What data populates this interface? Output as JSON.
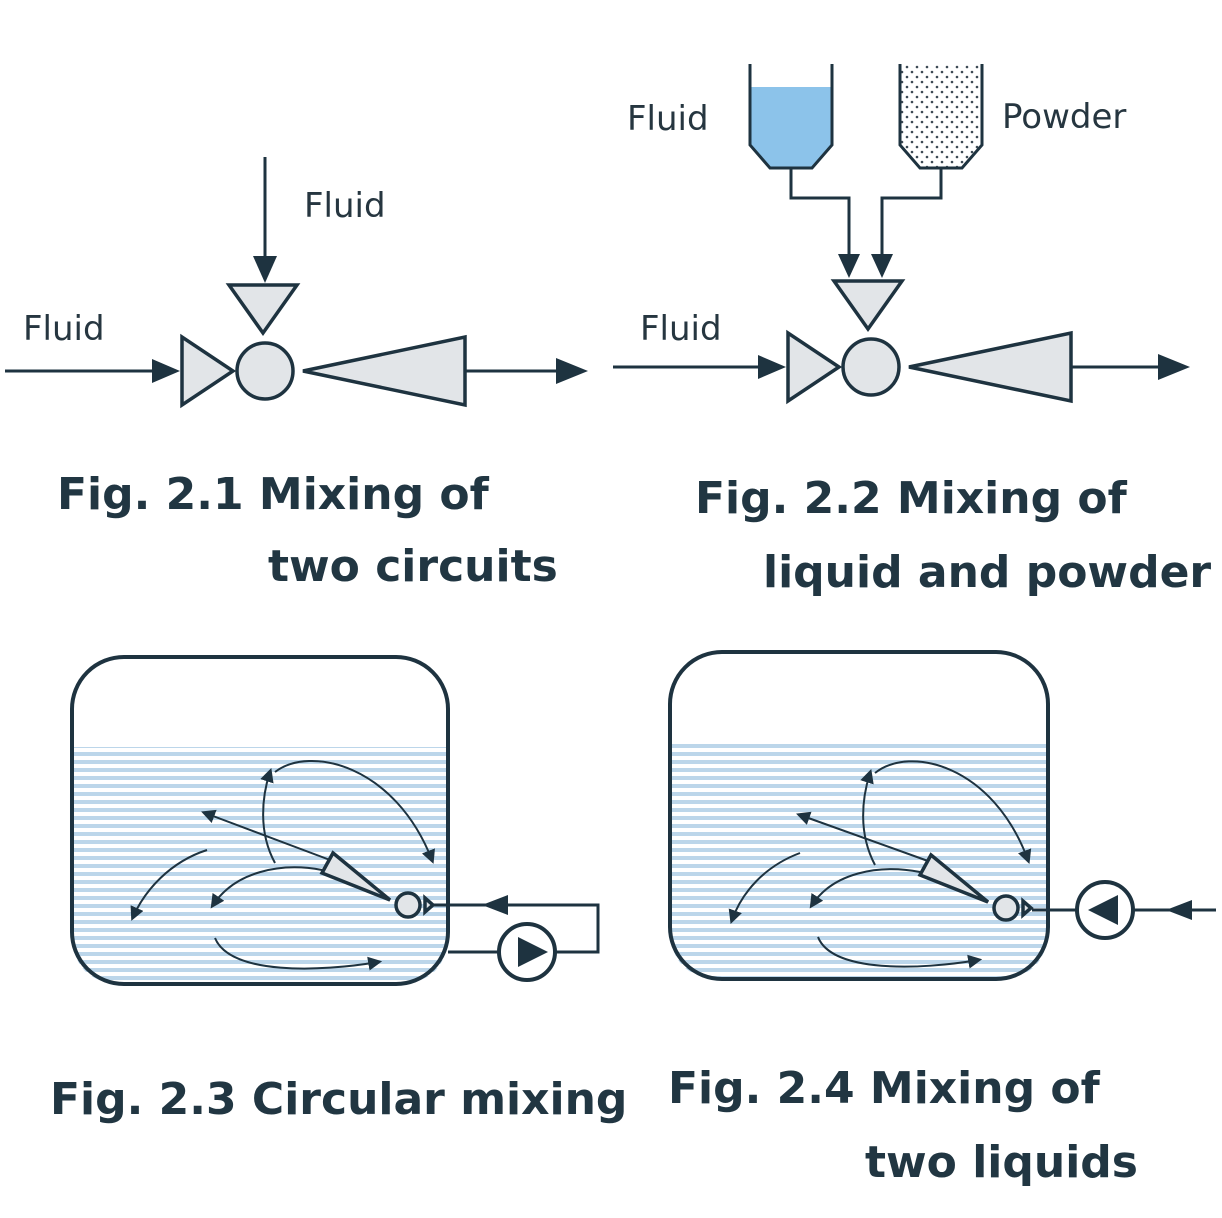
{
  "figures": {
    "fig1": {
      "label_top": "Fluid",
      "label_left": "Fluid",
      "caption_line1": "Fig. 2.1 Mixing of",
      "caption_line2": "two circuits"
    },
    "fig2": {
      "label_fluid_tank": "Fluid",
      "label_powder_tank": "Powder",
      "label_left": "Fluid",
      "caption_line1": "Fig. 2.2 Mixing of",
      "caption_line2": "liquid and powder"
    },
    "fig3": {
      "caption": "Fig. 2.3 Circular mixing"
    },
    "fig4": {
      "caption_line1": "Fig. 2.4 Mixing of",
      "caption_line2": "two liquids"
    }
  },
  "colors": {
    "stroke": "#1e3340",
    "shape_fill": "#e2e5e8",
    "liquid": "#bcd6ea",
    "tank_fluid": "#8cc3ea",
    "caption_text": "#213642"
  }
}
